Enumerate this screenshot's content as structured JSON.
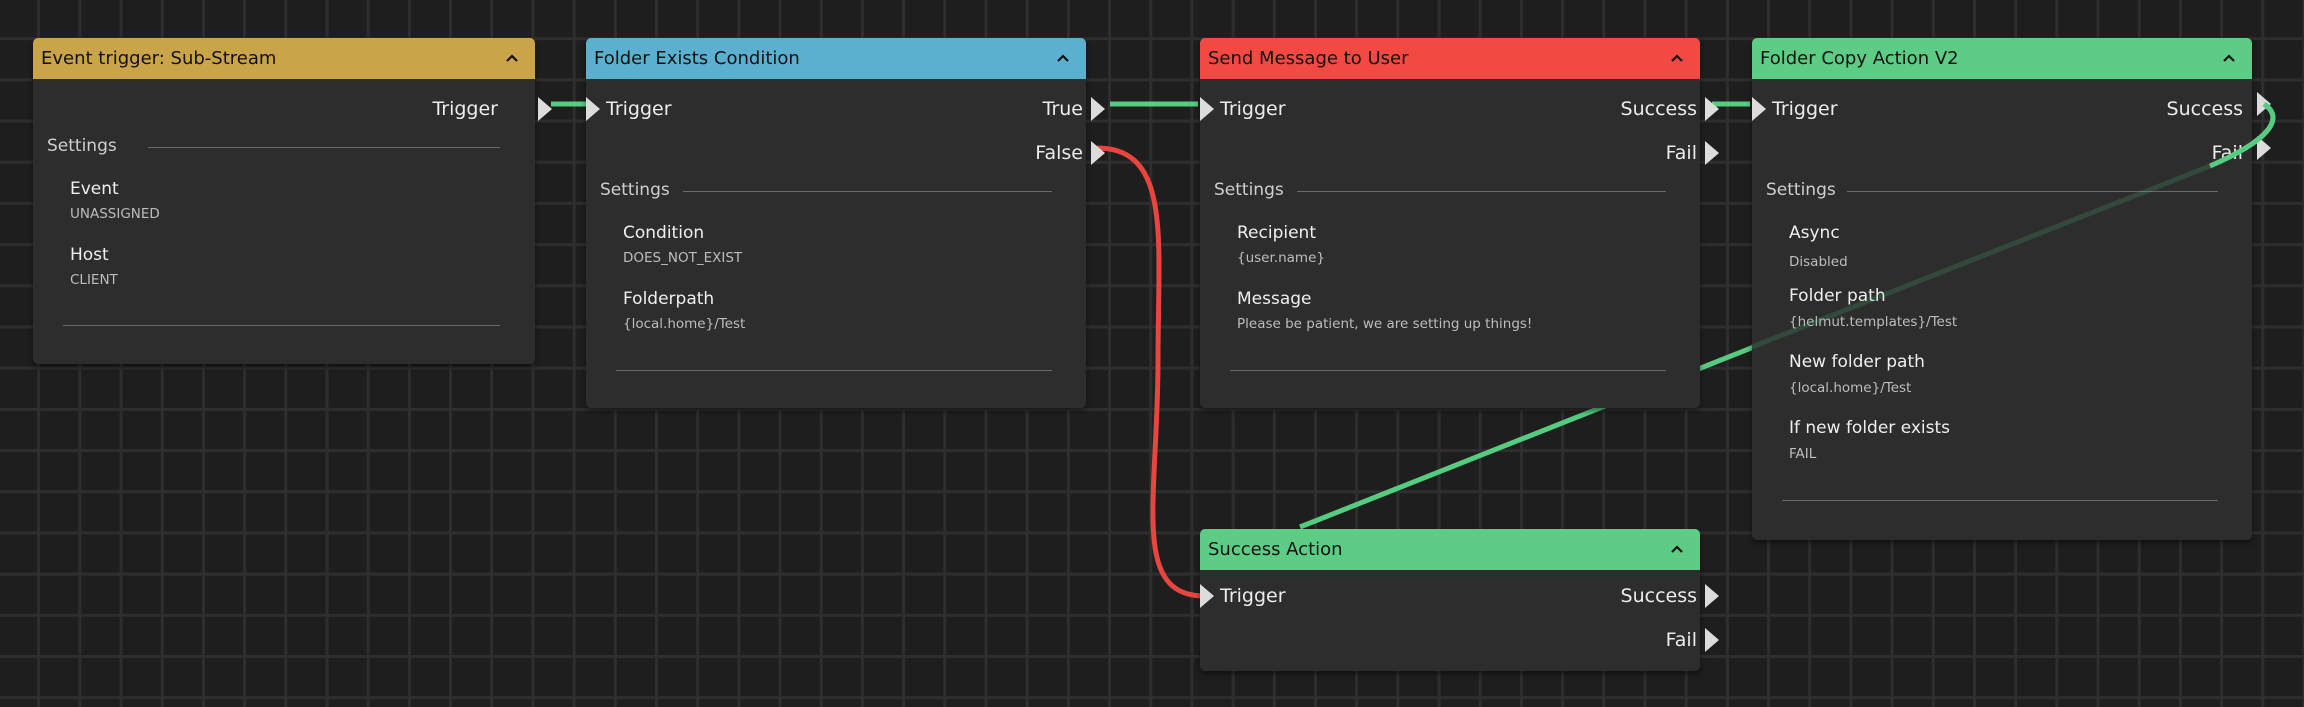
{
  "colors": {
    "background": "#1e1e1e",
    "grid": "#2e2e2e",
    "node_body": "#2d2d2d",
    "event_header": "#c9a448",
    "condition_header": "#5bb0cf",
    "message_header": "#f24a43",
    "action_header": "#5dcd86",
    "wire_success": "#55cc80",
    "wire_fail": "#e8453f"
  },
  "nodes": {
    "event_trigger": {
      "title": "Event trigger: Sub-Stream",
      "out_trigger": "Trigger",
      "settings_label": "Settings",
      "fields": [
        {
          "label": "Event",
          "value": "UNASSIGNED"
        },
        {
          "label": "Host",
          "value": "CLIENT"
        }
      ]
    },
    "folder_exists": {
      "title": "Folder Exists Condition",
      "in_trigger": "Trigger",
      "out_true": "True",
      "out_false": "False",
      "settings_label": "Settings",
      "fields": [
        {
          "label": "Condition",
          "value": "DOES_NOT_EXIST"
        },
        {
          "label": "Folderpath",
          "value": "{local.home}/Test"
        }
      ]
    },
    "send_message": {
      "title": "Send Message to User",
      "in_trigger": "Trigger",
      "out_success": "Success",
      "out_fail": "Fail",
      "settings_label": "Settings",
      "fields": [
        {
          "label": "Recipient",
          "value": "{user.name}"
        },
        {
          "label": "Message",
          "value": "Please be patient, we are setting up things!"
        }
      ]
    },
    "folder_copy": {
      "title": "Folder Copy Action V2",
      "in_trigger": "Trigger",
      "out_success": "Success",
      "out_fail": "Fail",
      "settings_label": "Settings",
      "fields": [
        {
          "label": "Async",
          "value": "Disabled"
        },
        {
          "label": "Folder path",
          "value": "{helmut.templates}/Test"
        },
        {
          "label": "New folder path",
          "value": "{local.home}/Test"
        },
        {
          "label": "If new folder exists",
          "value": "FAIL"
        }
      ]
    },
    "success_action": {
      "title": "Success Action",
      "in_trigger": "Trigger",
      "out_success": "Success",
      "out_fail": "Fail"
    }
  }
}
